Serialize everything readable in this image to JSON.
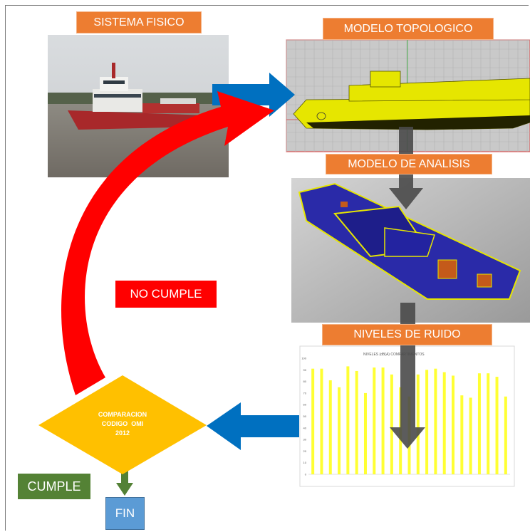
{
  "labels": {
    "sistema_fisico": "SISTEMA FISICO",
    "modelo_topologico": "MODELO TOPOLOGICO",
    "modelo_analisis": "MODELO DE ANALISIS",
    "niveles_ruido": "NIVELES DE RUIDO",
    "no_cumple": "NO CUMPLE",
    "cumple": "CUMPLE",
    "fin": "FIN",
    "decision_line1": "COMPARACION",
    "decision_line2": "CODIGO  OMI",
    "decision_line3": "2012"
  },
  "noise_chart": {
    "title": "NIVELES (dB(A) COMPARTIMENTOS",
    "y_ticks": [
      "100",
      "90",
      "80",
      "70",
      "60",
      "50",
      "40",
      "30",
      "20",
      "10",
      "0"
    ],
    "ylim": [
      0,
      100
    ],
    "values": [
      91,
      91,
      81,
      75,
      93,
      89,
      70,
      92,
      92,
      86,
      75,
      67,
      86,
      90,
      91,
      88,
      85,
      68,
      66,
      87,
      87,
      84,
      67
    ],
    "bar_color": "#ffff33"
  },
  "colors": {
    "label_orange": "#ed7d31",
    "decision_yellow": "#ffc000",
    "no_cumple_red": "#ff0000",
    "cumple_green": "#538135",
    "fin_blue": "#5b9bd5",
    "flow_blue": "#0070c0",
    "flow_gray": "#595959"
  }
}
